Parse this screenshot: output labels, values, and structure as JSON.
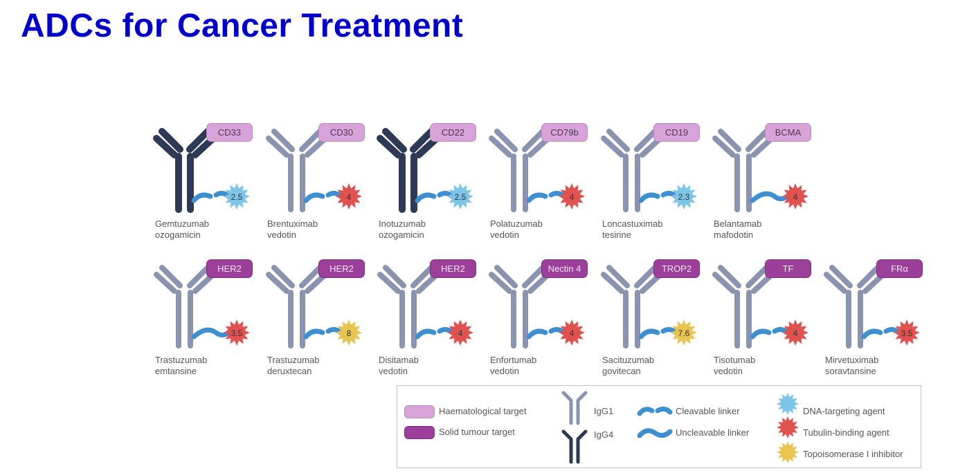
{
  "title": "ADCs for Cancer Treatment",
  "colors": {
    "title": "#0000cc",
    "haematological": "#d7a3d8",
    "solid": "#9b3f9a",
    "igg1": "#8a94b0",
    "igg4": "#2c3a55",
    "linker": "#3e8fcf",
    "dna": "#7cc4e8",
    "tubulin": "#e0524f",
    "topo": "#e8c451"
  },
  "adcs": [
    {
      "target": "CD33",
      "target_type": "haem",
      "ab": "IgG4",
      "payload": "dna",
      "dar": "2.5",
      "linker": "cleavable",
      "name1": "Gemtuzumab",
      "name2": "ozogamicin"
    },
    {
      "target": "CD30",
      "target_type": "haem",
      "ab": "IgG1",
      "payload": "tubulin",
      "dar": "4",
      "linker": "cleavable",
      "name1": "Brentuximab",
      "name2": "vedotin"
    },
    {
      "target": "CD22",
      "target_type": "haem",
      "ab": "IgG4",
      "payload": "dna",
      "dar": "2.5",
      "linker": "cleavable",
      "name1": "Inotuzumab",
      "name2": "ozogamicin"
    },
    {
      "target": "CD79b",
      "target_type": "haem",
      "ab": "IgG1",
      "payload": "tubulin",
      "dar": "4",
      "linker": "cleavable",
      "name1": "Polatuzumab",
      "name2": "vedotin"
    },
    {
      "target": "CD19",
      "target_type": "haem",
      "ab": "IgG1",
      "payload": "dna",
      "dar": "2.3",
      "linker": "cleavable",
      "name1": "Loncastuximab",
      "name2": "tesirine"
    },
    {
      "target": "BCMA",
      "target_type": "haem",
      "ab": "IgG1",
      "payload": "tubulin",
      "dar": "4",
      "linker": "uncleavable",
      "name1": "Belantamab",
      "name2": "mafodotin"
    },
    {
      "target": "HER2",
      "target_type": "solid",
      "ab": "IgG1",
      "payload": "tubulin",
      "dar": "3.5",
      "linker": "uncleavable",
      "name1": "Trastuzumab",
      "name2": "emtansine"
    },
    {
      "target": "HER2",
      "target_type": "solid",
      "ab": "IgG1",
      "payload": "topo",
      "dar": "8",
      "linker": "cleavable",
      "name1": "Trastuzumab",
      "name2": "deruxtecan"
    },
    {
      "target": "HER2",
      "target_type": "solid",
      "ab": "IgG1",
      "payload": "tubulin",
      "dar": "4",
      "linker": "cleavable",
      "name1": "Disitamab",
      "name2": "vedotin"
    },
    {
      "target": "Nectin 4",
      "target_type": "solid",
      "ab": "IgG1",
      "payload": "tubulin",
      "dar": "4",
      "linker": "cleavable",
      "name1": "Enfortumab",
      "name2": "vedotin"
    },
    {
      "target": "TROP2",
      "target_type": "solid",
      "ab": "IgG1",
      "payload": "topo",
      "dar": "7.6",
      "linker": "cleavable",
      "name1": "Sacituzumab",
      "name2": "govitecan"
    },
    {
      "target": "TF",
      "target_type": "solid",
      "ab": "IgG1",
      "payload": "tubulin",
      "dar": "4",
      "linker": "cleavable",
      "name1": "Tisotumab",
      "name2": "vedotin"
    },
    {
      "target": "FRα",
      "target_type": "solid",
      "ab": "IgG1",
      "payload": "tubulin",
      "dar": "3.5",
      "linker": "cleavable",
      "name1": "Mirvetuximab",
      "name2": "soravtansine"
    }
  ],
  "legend": {
    "haem": "Haematological target",
    "solid": "Solid tumour target",
    "igg1": "IgG1",
    "igg4": "IgG4",
    "cleavable": "Cleavable linker",
    "uncleavable": "Uncleavable linker",
    "dna": "DNA-targeting agent",
    "tubulin": "Tubulin-binding agent",
    "topo": "Topoisomerase I inhibitor"
  }
}
